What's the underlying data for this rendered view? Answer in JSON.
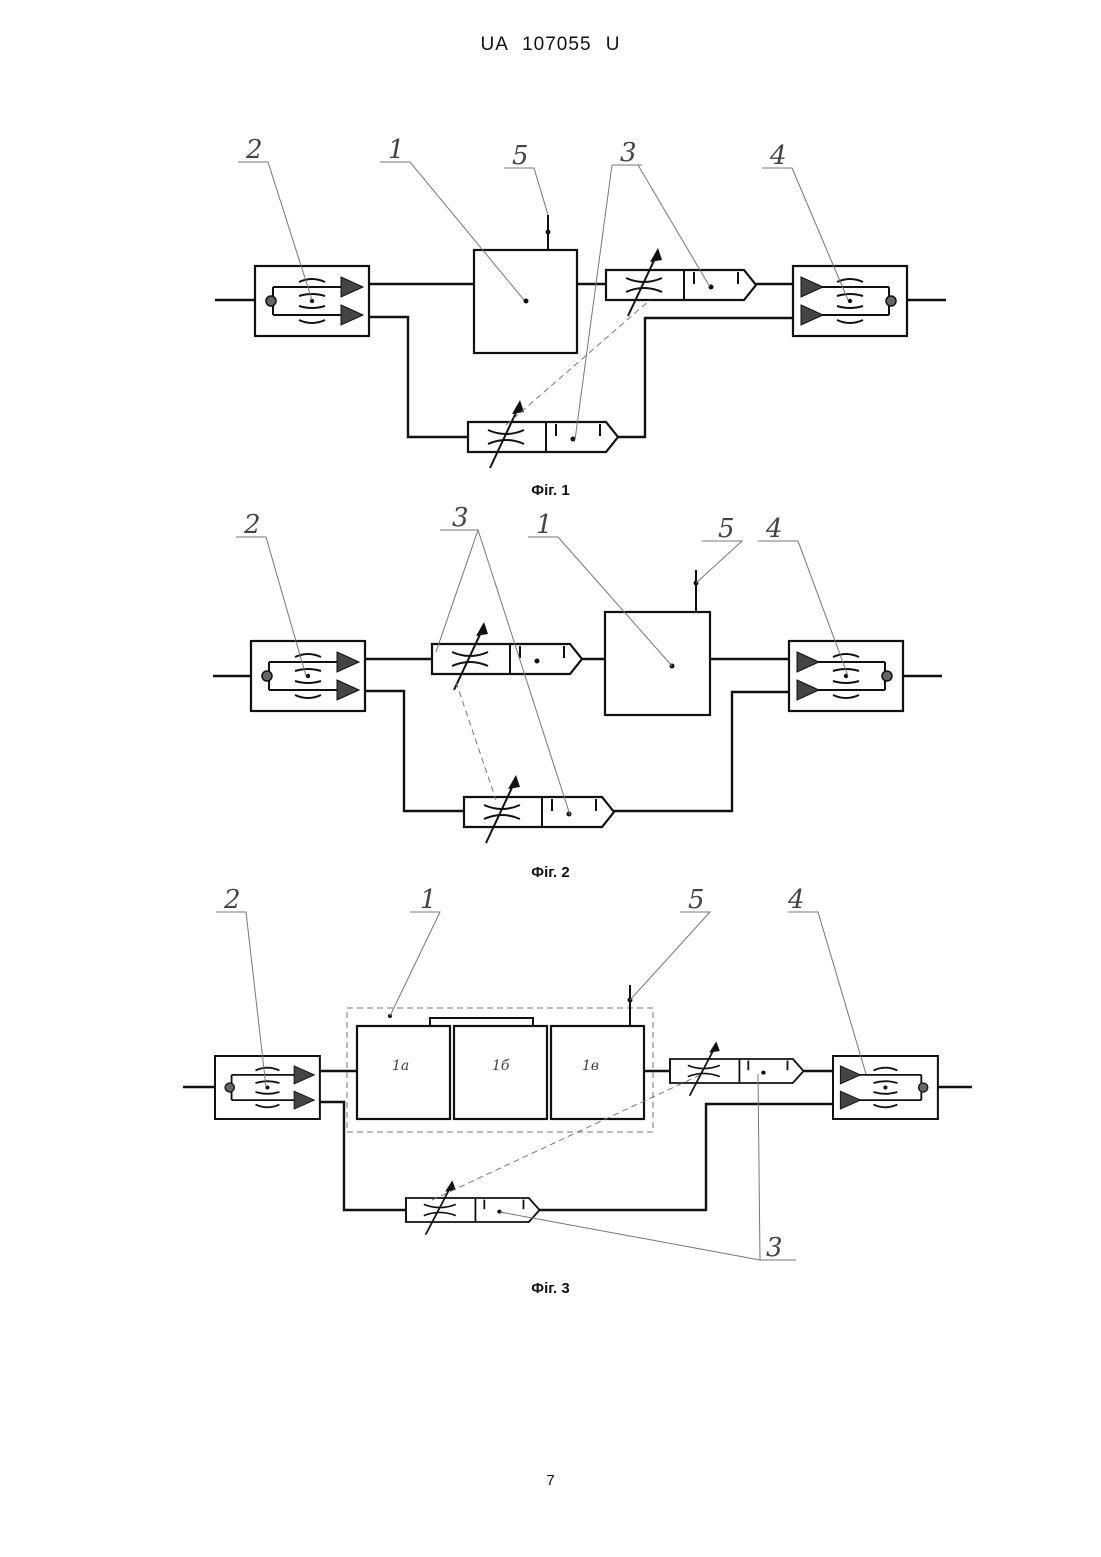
{
  "header": "UA 107055 U",
  "page_number": "7",
  "figures": [
    {
      "caption": "Фіг. 1",
      "labels": [
        "1",
        "2",
        "3",
        "4",
        "5"
      ]
    },
    {
      "caption": "Фіг. 2",
      "labels": [
        "1",
        "2",
        "3",
        "4",
        "5"
      ]
    },
    {
      "caption": "Фіг. 3",
      "labels": [
        "1",
        "2",
        "3",
        "3",
        "4",
        "5"
      ],
      "blocks": [
        "1а",
        "1б",
        "1в"
      ]
    }
  ]
}
